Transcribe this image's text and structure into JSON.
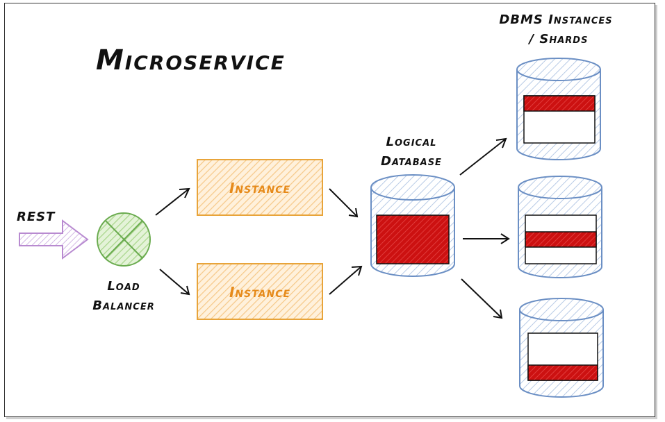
{
  "title": "Microservice",
  "rest_label": "REST",
  "load_balancer": {
    "line1": "Load",
    "line2": "Balancer"
  },
  "instances": [
    {
      "label": "Instance"
    },
    {
      "label": "Instance"
    }
  ],
  "logical_database": {
    "line1": "Logical",
    "line2": "Database"
  },
  "dbms": {
    "line1": "DBMS Instances",
    "line2": "/ Shards"
  },
  "colors": {
    "instance_fill": "#fde2b8",
    "instance_stroke": "#e8a43a",
    "instance_text": "#e68a1a",
    "balancer_fill": "#cde8b6",
    "balancer_stroke": "#6aab4f",
    "rest_arrow": "#b88ad0",
    "db_stroke": "#6b8fc4",
    "shard_red": "#cc1111"
  }
}
